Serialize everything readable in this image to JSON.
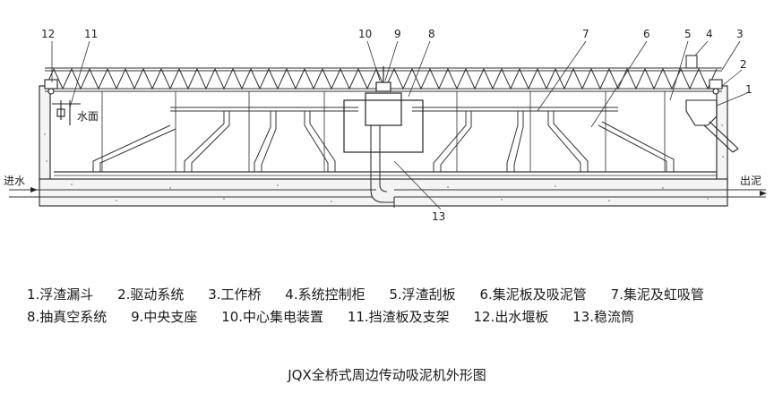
{
  "diagram": {
    "callouts": [
      "12",
      "11",
      "10",
      "9",
      "8",
      "7",
      "6",
      "5",
      "4",
      "3",
      "2",
      "1",
      "13"
    ],
    "water_surface_label": "水面",
    "inlet_label": "进水",
    "outlet_label": "出泥"
  },
  "legend": {
    "items": [
      "1.浮渣漏斗",
      "2.驱动系统",
      "3.工作桥",
      "4.系统控制柜",
      "5.浮渣刮板",
      "6.集泥板及吸泥管",
      "7.集泥及虹吸管",
      "8.抽真空系统",
      "9.中央支座",
      "10.中心集电装置",
      "11.挡渣板及支架",
      "12.出水堰板",
      "13.稳流筒"
    ]
  },
  "caption": "JQX全桥式周边传动吸泥机外形图"
}
